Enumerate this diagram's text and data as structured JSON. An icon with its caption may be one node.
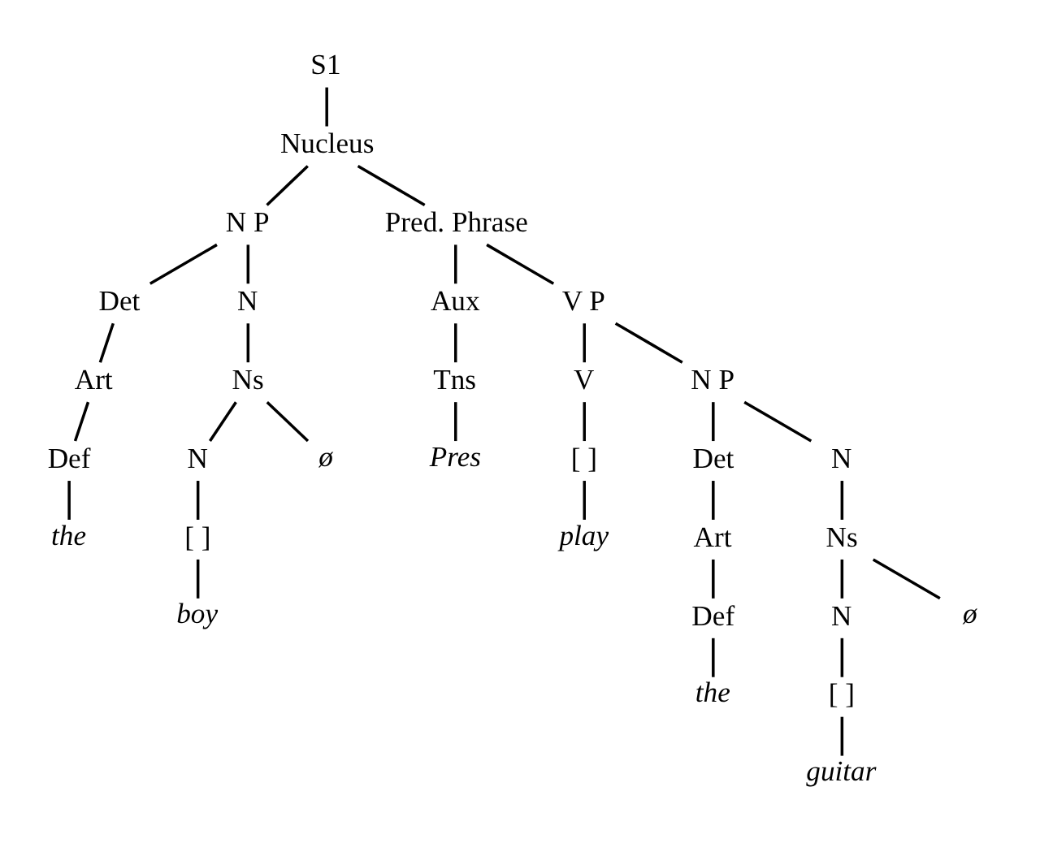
{
  "diagram": {
    "nodes": [
      {
        "text": [
          "S1"
        ]
      },
      {
        "text": [
          "Nucleus"
        ]
      },
      {
        "text": [
          "N P"
        ]
      },
      {
        "text": [
          "Pred. Phrase"
        ]
      },
      {
        "text": [
          "Det"
        ]
      },
      {
        "text": [
          "N"
        ]
      },
      {
        "text": [
          "Art"
        ]
      },
      {
        "text": [
          "Ns"
        ]
      },
      {
        "text": [
          "Def"
        ]
      },
      {
        "text": [
          "N"
        ]
      },
      {
        "text": [
          "ø"
        ]
      },
      {
        "text": [
          "the"
        ]
      },
      {
        "text": [
          "[ ]"
        ]
      },
      {
        "text": [
          "boy"
        ]
      },
      {
        "text": [
          "Aux"
        ]
      },
      {
        "text": [
          "V P"
        ]
      },
      {
        "text": [
          "Tns"
        ]
      },
      {
        "text": [
          "V"
        ]
      },
      {
        "text": [
          "Pres"
        ]
      },
      {
        "text": [
          "[ ]"
        ]
      },
      {
        "text": [
          "play"
        ]
      },
      {
        "text": [
          "N P"
        ]
      },
      {
        "text": [
          "Det"
        ]
      },
      {
        "text": [
          "N"
        ]
      },
      {
        "text": [
          "Art"
        ]
      },
      {
        "text": [
          "Ns"
        ]
      },
      {
        "text": [
          "Def"
        ]
      },
      {
        "text": [
          "N"
        ]
      },
      {
        "text": [
          "ø"
        ]
      },
      {
        "text": [
          "the"
        ]
      },
      {
        "text": [
          "[ ]"
        ]
      },
      {
        "text": [
          "guitar"
        ]
      }
    ],
    "edges": [
      {
        "from": 0,
        "to": 1,
        "arrow": "none"
      },
      {
        "from": 1,
        "to": 2,
        "arrow": "none"
      },
      {
        "from": 1,
        "to": 3,
        "arrow": "none"
      },
      {
        "from": 2,
        "to": 4,
        "arrow": "none"
      },
      {
        "from": 2,
        "to": 5,
        "arrow": "none"
      },
      {
        "from": 4,
        "to": 6,
        "arrow": "none"
      },
      {
        "from": 5,
        "to": 7,
        "arrow": "none"
      },
      {
        "from": 6,
        "to": 8,
        "arrow": "none"
      },
      {
        "from": 7,
        "to": 9,
        "arrow": "none"
      },
      {
        "from": 7,
        "to": 10,
        "arrow": "none"
      },
      {
        "from": 8,
        "to": 11,
        "arrow": "none"
      },
      {
        "from": 9,
        "to": 12,
        "arrow": "none"
      },
      {
        "from": 12,
        "to": 13,
        "arrow": "none"
      },
      {
        "from": 3,
        "to": 14,
        "arrow": "none"
      },
      {
        "from": 3,
        "to": 15,
        "arrow": "none"
      },
      {
        "from": 14,
        "to": 16,
        "arrow": "none"
      },
      {
        "from": 15,
        "to": 17,
        "arrow": "none"
      },
      {
        "from": 15,
        "to": 21,
        "arrow": "none"
      },
      {
        "from": 16,
        "to": 18,
        "arrow": "none"
      },
      {
        "from": 17,
        "to": 19,
        "arrow": "none"
      },
      {
        "from": 19,
        "to": 20,
        "arrow": "none"
      },
      {
        "from": 21,
        "to": 22,
        "arrow": "none"
      },
      {
        "from": 21,
        "to": 23,
        "arrow": "none"
      },
      {
        "from": 22,
        "to": 24,
        "arrow": "none"
      },
      {
        "from": 23,
        "to": 25,
        "arrow": "none"
      },
      {
        "from": 24,
        "to": 26,
        "arrow": "none"
      },
      {
        "from": 25,
        "to": 27,
        "arrow": "none"
      },
      {
        "from": 25,
        "to": 28,
        "arrow": "none"
      },
      {
        "from": 26,
        "to": 29,
        "arrow": "none"
      },
      {
        "from": 27,
        "to": 30,
        "arrow": "none"
      },
      {
        "from": 30,
        "to": 31,
        "arrow": "none"
      }
    ]
  }
}
